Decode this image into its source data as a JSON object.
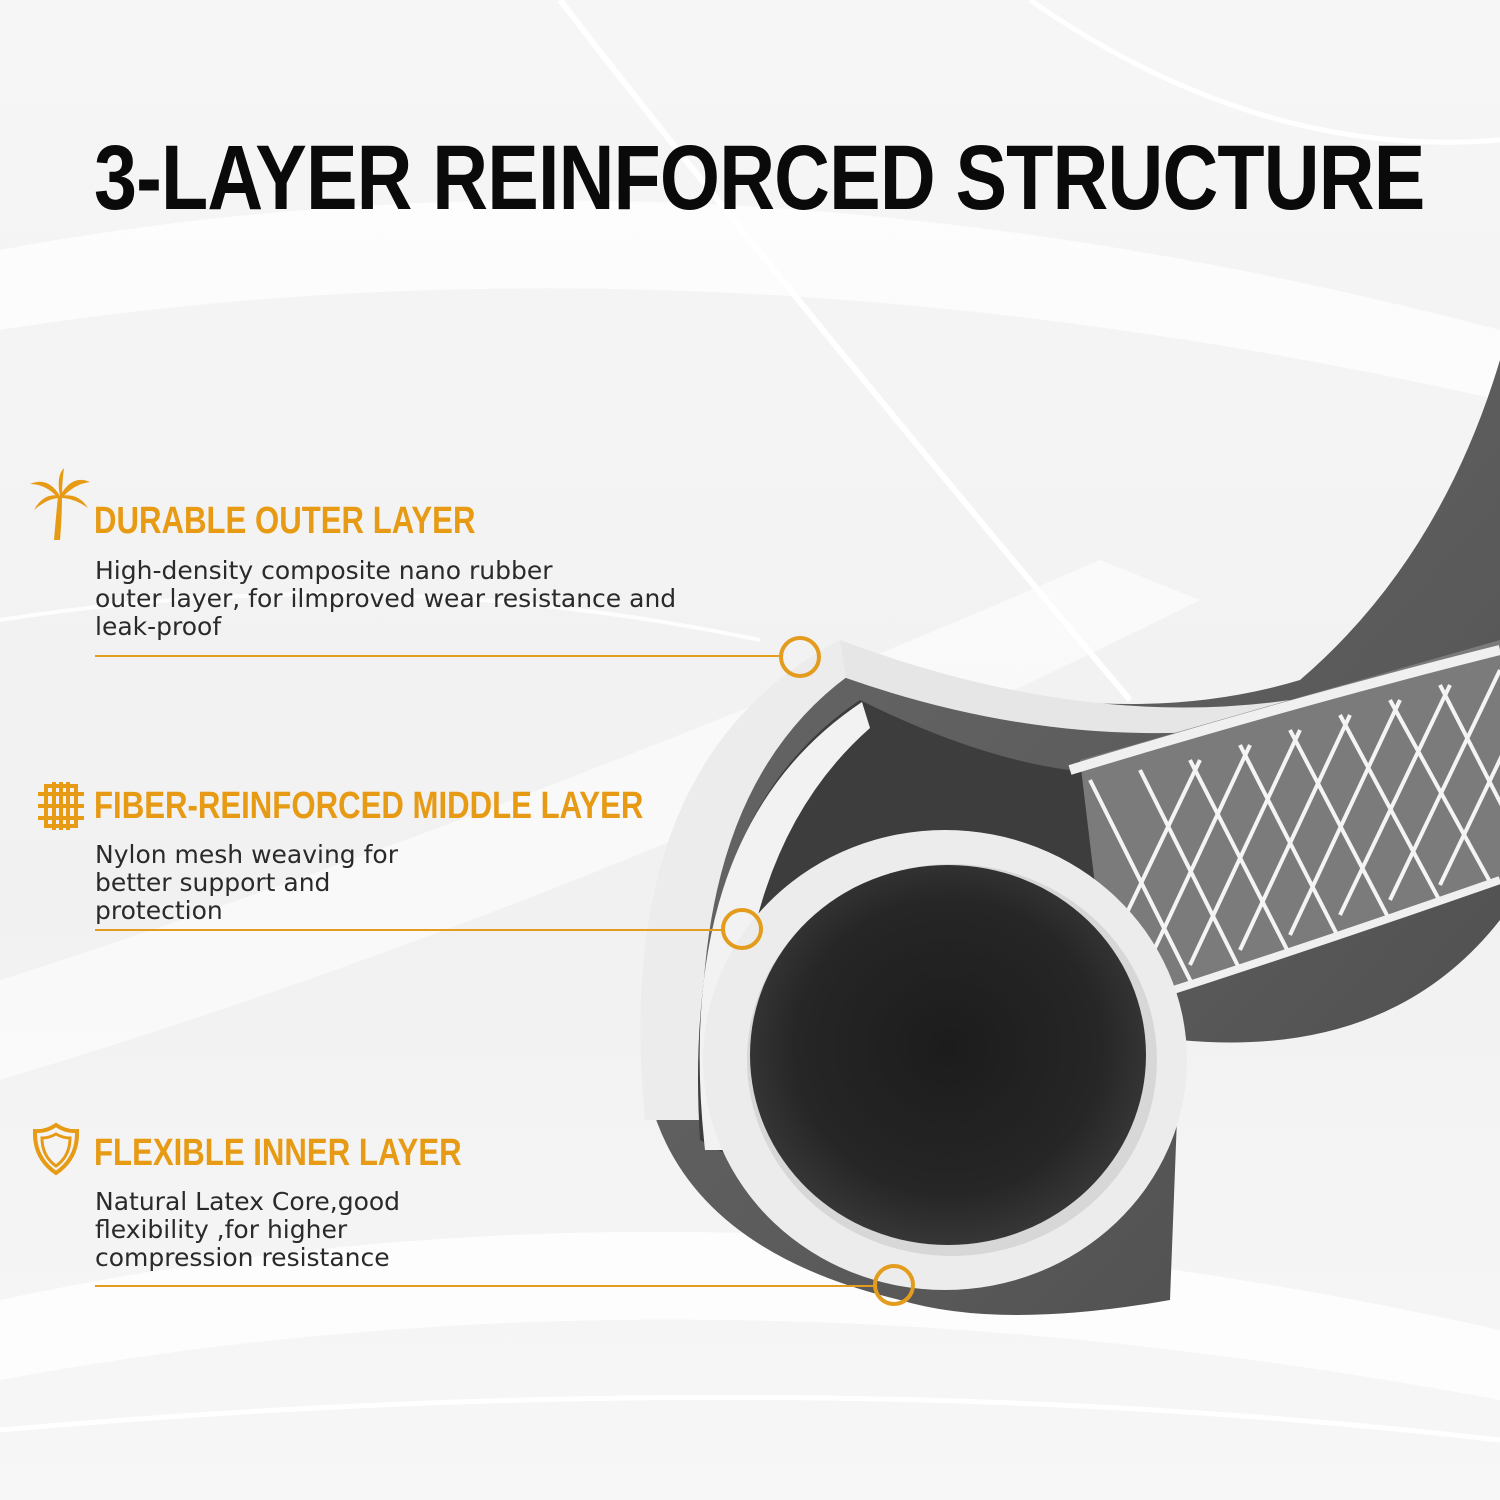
{
  "title": "3-LAYER REINFORCED STRUCTURE",
  "accent_color": "#e79a14",
  "layers": [
    {
      "icon": "palm-tree-icon",
      "title": "DURABLE OUTER LAYER",
      "description": [
        "High-density composite nano rubber",
        "outer layer, for ilmproved wear resistance and",
        "leak-proof"
      ]
    },
    {
      "icon": "mesh-weave-icon",
      "title": "FIBER-REINFORCED MIDDLE LAYER",
      "description": [
        "Nylon mesh weaving for",
        "better support and",
        "protection"
      ]
    },
    {
      "icon": "shield-icon",
      "title": "FLEXIBLE INNER LAYER",
      "description": [
        "Natural Latex Core,good",
        "flexibility ,for higher",
        "compression resistance"
      ]
    }
  ]
}
